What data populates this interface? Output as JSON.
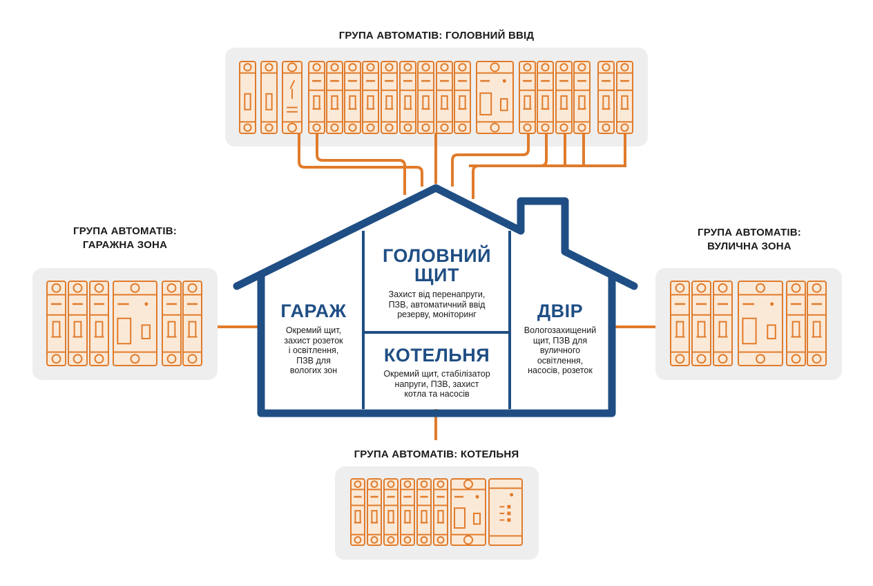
{
  "colors": {
    "accent": "#e07b2b",
    "module_fill": "#fbe9d7",
    "house_outline": "#1f4e84",
    "panel_background": "#eeeeee",
    "text": "#1a1a1a"
  },
  "groups": {
    "main": {
      "title": "ГРУПА АВТОМАТІВ: ГОЛОВНИЙ ВВІД"
    },
    "garage": {
      "title_line1": "ГРУПА АВТОМАТІВ:",
      "title_line2": "ГАРАЖНА ЗОНА"
    },
    "street": {
      "title_line1": "ГРУПА АВТОМАТІВ:",
      "title_line2": "ВУЛИЧНА ЗОНА"
    },
    "boiler": {
      "title": "ГРУПА АВТОМАТІВ: КОТЕЛЬНЯ"
    }
  },
  "rooms": {
    "main_panel": {
      "name_line1": "ГОЛОВНИЙ",
      "name_line2": "ЩИТ",
      "description": [
        "Захист від перенапруги,",
        "ПЗВ, автоматичний ввід",
        "резерву, моніторинг"
      ]
    },
    "boiler_room": {
      "name": "КОТЕЛЬНЯ",
      "description": [
        "Окремий щит, стабілізатор",
        "напруги, ПЗВ, захист",
        "котла та насосів"
      ]
    },
    "garage": {
      "name": "ГАРАЖ",
      "description": [
        "Окремий щит,",
        "захист розеток",
        "і освітлення,",
        "ПЗВ для",
        "вологих зон"
      ]
    },
    "yard": {
      "name": "ДВІР",
      "description": [
        "Вологозахищений",
        "щит, ПЗВ для",
        "вуличного",
        "освітлення,",
        "насосів, розеток"
      ]
    }
  }
}
